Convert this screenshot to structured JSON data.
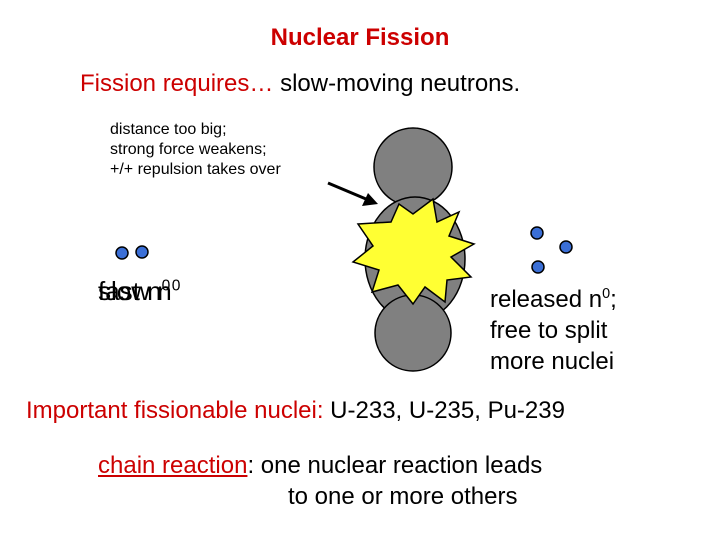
{
  "title": "Nuclear Fission",
  "subtitle": {
    "lead": "Fission requires…",
    "rest": " slow-moving neutrons."
  },
  "annotation": [
    "distance too big;",
    "strong force weakens;",
    "+/+ repulsion takes over"
  ],
  "neutron_labels": {
    "fast": "fast n",
    "slow": "slow n",
    "superscript": "0"
  },
  "released": {
    "line1": "released n",
    "sup": "0",
    "line1_end": ";",
    "line2": "free to split",
    "line3": "more nuclei"
  },
  "nuclei": {
    "label": "Important fissionable nuclei:",
    "list": " U-233, U-235, Pu-239"
  },
  "chain": {
    "term": "chain reaction",
    "line1_rest": ": one nuclear reaction leads",
    "line2": "to one or more others"
  },
  "colors": {
    "title": "#cc0000",
    "neutron": "#3b6fd6",
    "nucleus": "#808080",
    "burst": "#ffff33"
  }
}
